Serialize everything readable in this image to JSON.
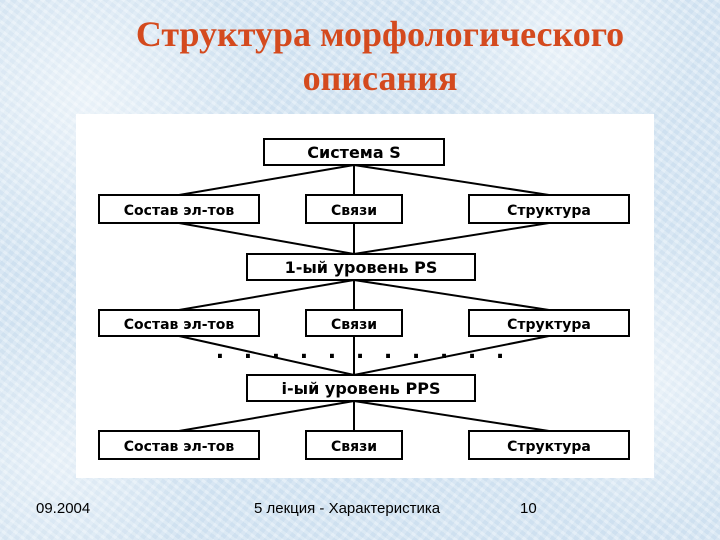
{
  "slide": {
    "title_line1": "Структура морфологического",
    "title_line2": "описания"
  },
  "diagram": {
    "top_box": "Система S",
    "level1_box": "1-ый уровень  PS",
    "leveli_box": "i-ый уровень  PPS",
    "ellipsis_dots": ". . . . . . . . . . .",
    "rows": [
      {
        "left": "Состав эл-тов",
        "middle": "Связи",
        "right": "Структура"
      },
      {
        "left": "Состав эл-тов",
        "middle": "Связи",
        "right": "Структура"
      },
      {
        "left": "Состав эл-тов",
        "middle": "Связи",
        "right": "Структура"
      }
    ]
  },
  "footer": {
    "date": "09.2004",
    "lecture": "5 лекция - Характеристика",
    "page": "10"
  }
}
